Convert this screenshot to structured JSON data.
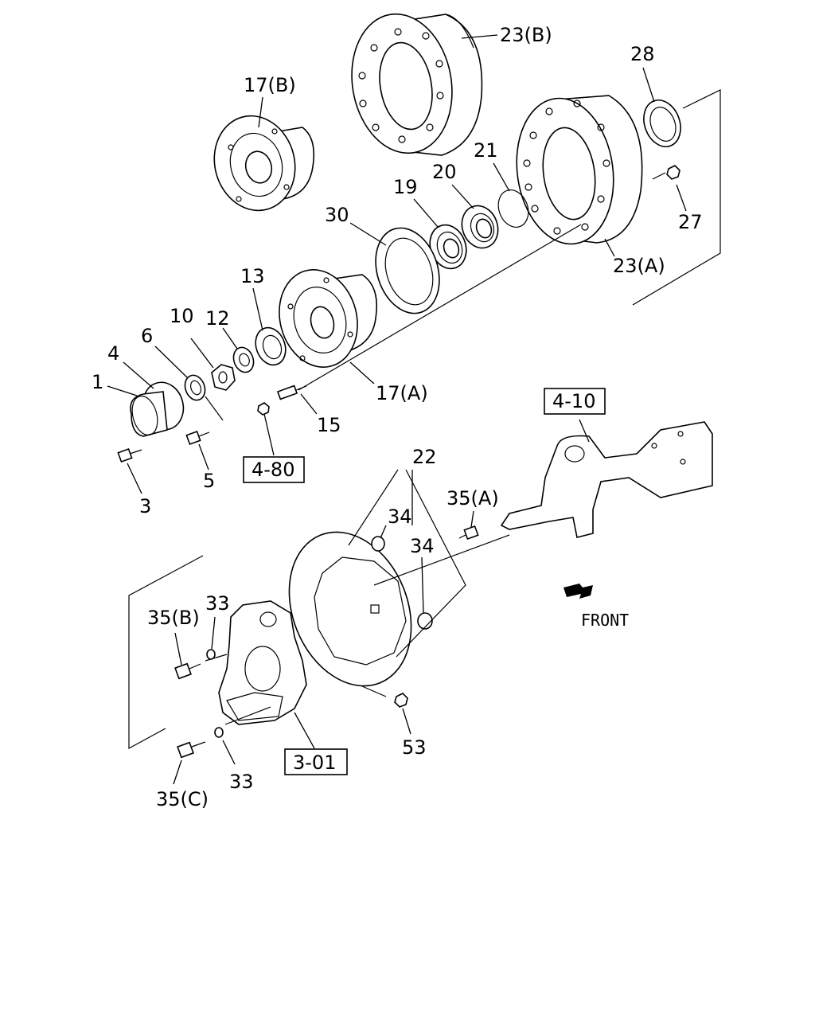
{
  "callouts": {
    "c1": "1",
    "c3": "3",
    "c4": "4",
    "c5": "5",
    "c6": "6",
    "c10": "10",
    "c12": "12",
    "c13": "13",
    "c15": "15",
    "c17a": "17(A)",
    "c17b": "17(B)",
    "c19": "19",
    "c20": "20",
    "c21": "21",
    "c22": "22",
    "c23a": "23(A)",
    "c23b": "23(B)",
    "c27": "27",
    "c28": "28",
    "c30": "30",
    "c33a": "33",
    "c33b": "33",
    "c34a": "34",
    "c34b": "34",
    "c35a": "35(A)",
    "c35b": "35(B)",
    "c35c": "35(C)",
    "c53": "53"
  },
  "references": {
    "r480": "4-80",
    "r410": "4-10",
    "r301": "3-01"
  },
  "direction": {
    "front_label": "FRONT"
  }
}
